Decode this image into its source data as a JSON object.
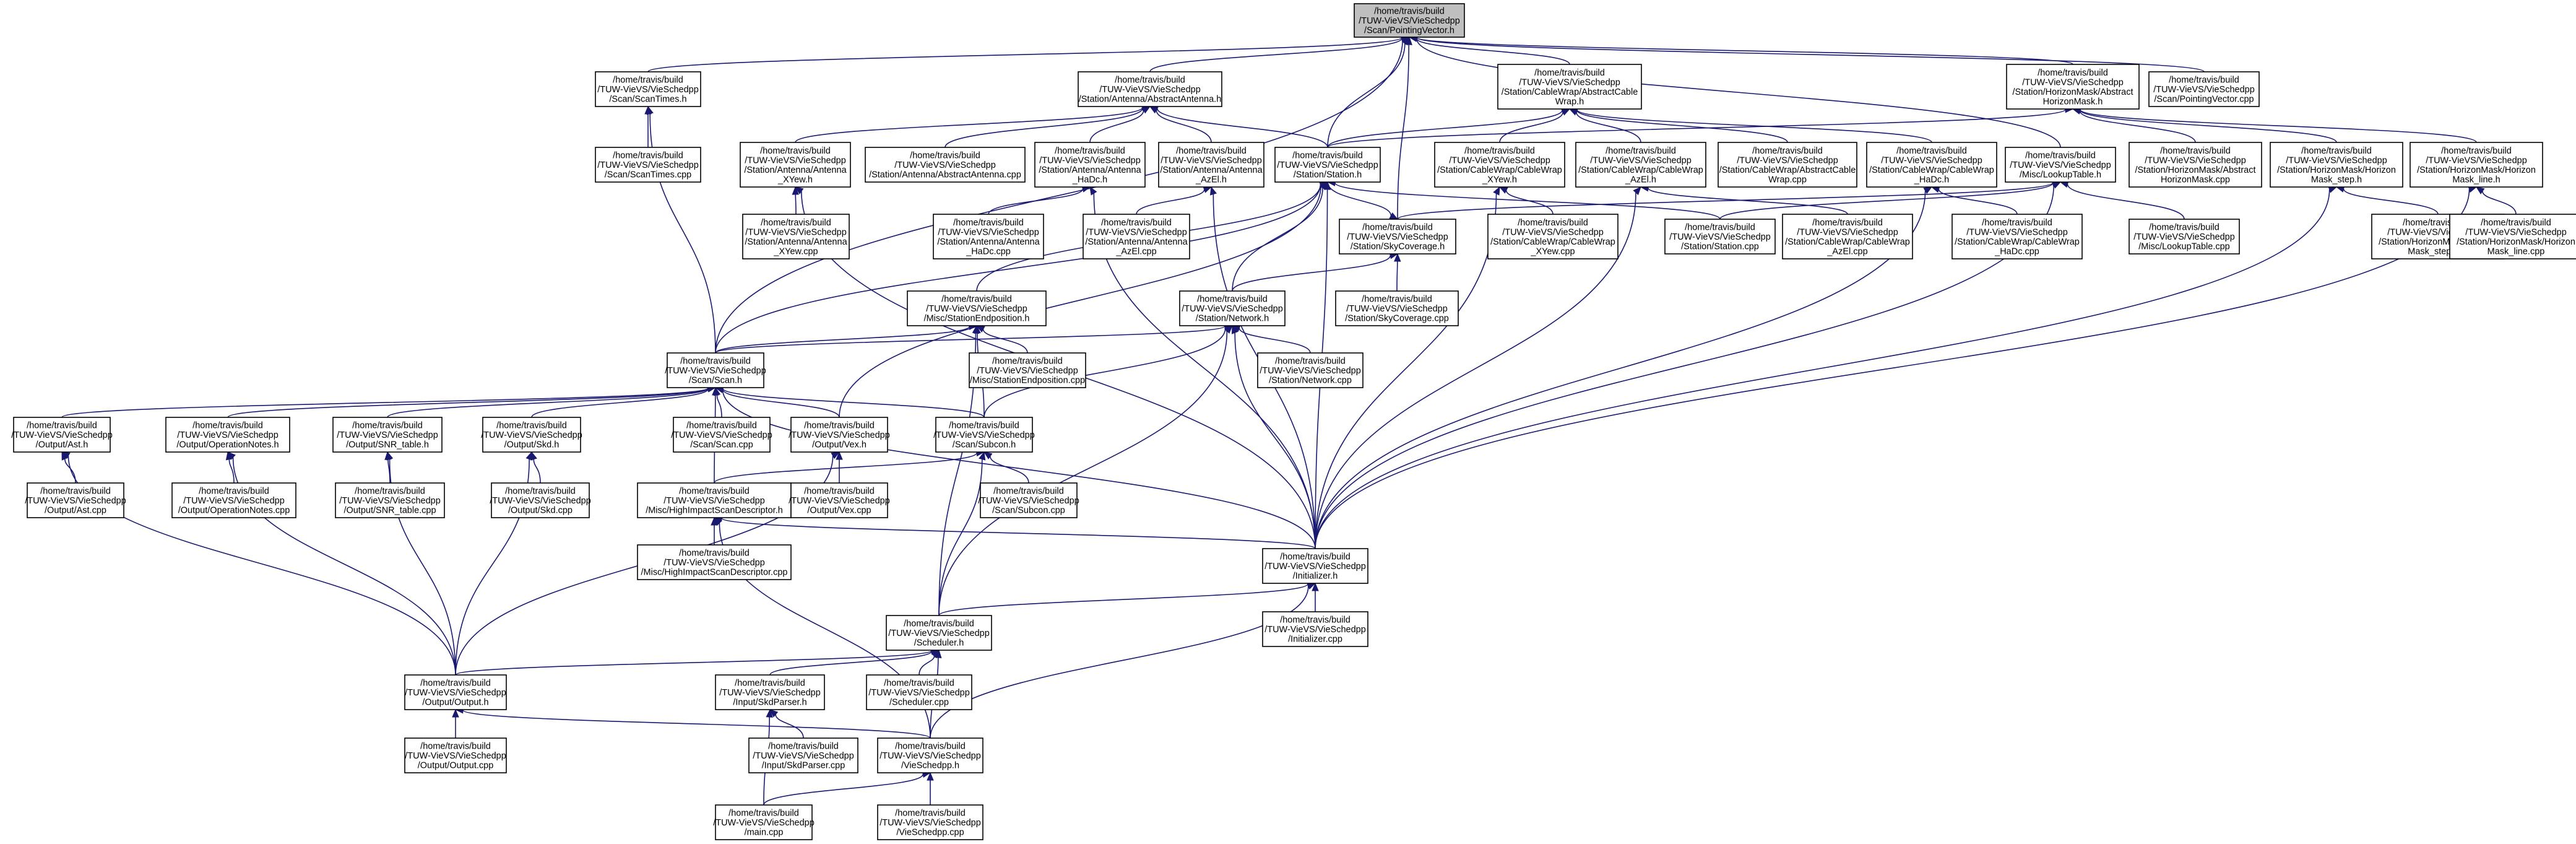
{
  "diagram": {
    "nodes": [
      {
        "id": "PointingVector_h",
        "lines": [
          "/home/travis/build",
          "/TUW-VieVS/VieSchedpp",
          "/Scan/PointingVector.h"
        ],
        "root": true
      },
      {
        "id": "ScanTimes_h",
        "lines": [
          "/home/travis/build",
          "/TUW-VieVS/VieSchedpp",
          "/Scan/ScanTimes.h"
        ]
      },
      {
        "id": "AbstractAntenna_h",
        "lines": [
          "/home/travis/build",
          "/TUW-VieVS/VieSchedpp",
          "/Station/Antenna/AbstractAntenna.h"
        ]
      },
      {
        "id": "AbstractCableWrap_h",
        "lines": [
          "/home/travis/build",
          "/TUW-VieVS/VieSchedpp",
          "/Station/CableWrap/AbstractCable",
          "Wrap.h"
        ]
      },
      {
        "id": "AbstractHorizonMask_h",
        "lines": [
          "/home/travis/build",
          "/TUW-VieVS/VieSchedpp",
          "/Station/HorizonMask/Abstract",
          "HorizonMask.h"
        ]
      },
      {
        "id": "PointingVector_cpp",
        "lines": [
          "/home/travis/build",
          "/TUW-VieVS/VieSchedpp",
          "/Scan/PointingVector.cpp"
        ]
      },
      {
        "id": "ScanTimes_cpp",
        "lines": [
          "/home/travis/build",
          "/TUW-VieVS/VieSchedpp",
          "/Scan/ScanTimes.cpp"
        ]
      },
      {
        "id": "Antenna_XYew_h",
        "lines": [
          "/home/travis/build",
          "/TUW-VieVS/VieSchedpp",
          "/Station/Antenna/Antenna",
          "_XYew.h"
        ]
      },
      {
        "id": "AbstractAntenna_cpp",
        "lines": [
          "/home/travis/build",
          "/TUW-VieVS/VieSchedpp",
          "/Station/Antenna/AbstractAntenna.cpp"
        ]
      },
      {
        "id": "Antenna_HaDc_h",
        "lines": [
          "/home/travis/build",
          "/TUW-VieVS/VieSchedpp",
          "/Station/Antenna/Antenna",
          "_HaDc.h"
        ]
      },
      {
        "id": "Antenna_AzEl_h",
        "lines": [
          "/home/travis/build",
          "/TUW-VieVS/VieSchedpp",
          "/Station/Antenna/Antenna",
          "_AzEl.h"
        ]
      },
      {
        "id": "Station_h",
        "lines": [
          "/home/travis/build",
          "/TUW-VieVS/VieSchedpp",
          "/Station/Station.h"
        ]
      },
      {
        "id": "CableWrap_XYew_h",
        "lines": [
          "/home/travis/build",
          "/TUW-VieVS/VieSchedpp",
          "/Station/CableWrap/CableWrap",
          "_XYew.h"
        ]
      },
      {
        "id": "CableWrap_AzEl_h",
        "lines": [
          "/home/travis/build",
          "/TUW-VieVS/VieSchedpp",
          "/Station/CableWrap/CableWrap",
          "_AzEl.h"
        ]
      },
      {
        "id": "AbstractCableWrap_cpp",
        "lines": [
          "/home/travis/build",
          "/TUW-VieVS/VieSchedpp",
          "/Station/CableWrap/AbstractCable",
          "Wrap.cpp"
        ]
      },
      {
        "id": "CableWrap_HaDc_h",
        "lines": [
          "/home/travis/build",
          "/TUW-VieVS/VieSchedpp",
          "/Station/CableWrap/CableWrap",
          "_HaDc.h"
        ]
      },
      {
        "id": "LookupTable_h",
        "lines": [
          "/home/travis/build",
          "/TUW-VieVS/VieSchedpp",
          "/Misc/LookupTable.h"
        ]
      },
      {
        "id": "AbstractHorizonMask_cpp",
        "lines": [
          "/home/travis/build",
          "/TUW-VieVS/VieSchedpp",
          "/Station/HorizonMask/Abstract",
          "HorizonMask.cpp"
        ]
      },
      {
        "id": "HorizonMask_step_h",
        "lines": [
          "/home/travis/build",
          "/TUW-VieVS/VieSchedpp",
          "/Station/HorizonMask/Horizon",
          "Mask_step.h"
        ]
      },
      {
        "id": "HorizonMask_line_h",
        "lines": [
          "/home/travis/build",
          "/TUW-VieVS/VieSchedpp",
          "/Station/HorizonMask/Horizon",
          "Mask_line.h"
        ]
      },
      {
        "id": "Antenna_XYew_cpp",
        "lines": [
          "/home/travis/build",
          "/TUW-VieVS/VieSchedpp",
          "/Station/Antenna/Antenna",
          "_XYew.cpp"
        ]
      },
      {
        "id": "Antenna_HaDc_cpp",
        "lines": [
          "/home/travis/build",
          "/TUW-VieVS/VieSchedpp",
          "/Station/Antenna/Antenna",
          "_HaDc.cpp"
        ]
      },
      {
        "id": "Antenna_AzEl_cpp",
        "lines": [
          "/home/travis/build",
          "/TUW-VieVS/VieSchedpp",
          "/Station/Antenna/Antenna",
          "_AzEl.cpp"
        ]
      },
      {
        "id": "SkyCoverage_h",
        "lines": [
          "/home/travis/build",
          "/TUW-VieVS/VieSchedpp",
          "/Station/SkyCoverage.h"
        ]
      },
      {
        "id": "CableWrap_XYew_cpp",
        "lines": [
          "/home/travis/build",
          "/TUW-VieVS/VieSchedpp",
          "/Station/CableWrap/CableWrap",
          "_XYew.cpp"
        ]
      },
      {
        "id": "Station_cpp",
        "lines": [
          "/home/travis/build",
          "/TUW-VieVS/VieSchedpp",
          "/Station/Station.cpp"
        ]
      },
      {
        "id": "CableWrap_AzEl_cpp",
        "lines": [
          "/home/travis/build",
          "/TUW-VieVS/VieSchedpp",
          "/Station/CableWrap/CableWrap",
          "_AzEl.cpp"
        ]
      },
      {
        "id": "CableWrap_HaDc_cpp",
        "lines": [
          "/home/travis/build",
          "/TUW-VieVS/VieSchedpp",
          "/Station/CableWrap/CableWrap",
          "_HaDc.cpp"
        ]
      },
      {
        "id": "LookupTable_cpp",
        "lines": [
          "/home/travis/build",
          "/TUW-VieVS/VieSchedpp",
          "/Misc/LookupTable.cpp"
        ]
      },
      {
        "id": "HorizonMask_step_cpp",
        "lines": [
          "/home/travis/build",
          "/TUW-VieVS/VieSchedpp",
          "/Station/HorizonMask/Horizon",
          "Mask_step.cpp"
        ]
      },
      {
        "id": "HorizonMask_line_cpp",
        "lines": [
          "/home/travis/build",
          "/TUW-VieVS/VieSchedpp",
          "/Station/HorizonMask/Horizon",
          "Mask_line.cpp"
        ]
      },
      {
        "id": "StationEndposition_h",
        "lines": [
          "/home/travis/build",
          "/TUW-VieVS/VieSchedpp",
          "/Misc/StationEndposition.h"
        ]
      },
      {
        "id": "Network_h",
        "lines": [
          "/home/travis/build",
          "/TUW-VieVS/VieSchedpp",
          "/Station/Network.h"
        ]
      },
      {
        "id": "SkyCoverage_cpp",
        "lines": [
          "/home/travis/build",
          "/TUW-VieVS/VieSchedpp",
          "/Station/SkyCoverage.cpp"
        ]
      },
      {
        "id": "StationEndposition_cpp",
        "lines": [
          "/home/travis/build",
          "/TUW-VieVS/VieSchedpp",
          "/Misc/StationEndposition.cpp"
        ]
      },
      {
        "id": "Network_cpp",
        "lines": [
          "/home/travis/build",
          "/TUW-VieVS/VieSchedpp",
          "/Station/Network.cpp"
        ]
      },
      {
        "id": "Scan_h",
        "lines": [
          "/home/travis/build",
          "/TUW-VieVS/VieSchedpp",
          "/Scan/Scan.h"
        ]
      },
      {
        "id": "Ast_h",
        "lines": [
          "/home/travis/build",
          "/TUW-VieVS/VieSchedpp",
          "/Output/Ast.h"
        ]
      },
      {
        "id": "OperationNotes_h",
        "lines": [
          "/home/travis/build",
          "/TUW-VieVS/VieSchedpp",
          "/Output/OperationNotes.h"
        ]
      },
      {
        "id": "SNR_table_h",
        "lines": [
          "/home/travis/build",
          "/TUW-VieVS/VieSchedpp",
          "/Output/SNR_table.h"
        ]
      },
      {
        "id": "Skd_h",
        "lines": [
          "/home/travis/build",
          "/TUW-VieVS/VieSchedpp",
          "/Output/Skd.h"
        ]
      },
      {
        "id": "Scan_cpp",
        "lines": [
          "/home/travis/build",
          "/TUW-VieVS/VieSchedpp",
          "/Scan/Scan.cpp"
        ]
      },
      {
        "id": "Vex_h",
        "lines": [
          "/home/travis/build",
          "/TUW-VieVS/VieSchedpp",
          "/Output/Vex.h"
        ]
      },
      {
        "id": "Subcon_h",
        "lines": [
          "/home/travis/build",
          "/TUW-VieVS/VieSchedpp",
          "/Scan/Subcon.h"
        ]
      },
      {
        "id": "Ast_cpp",
        "lines": [
          "/home/travis/build",
          "/TUW-VieVS/VieSchedpp",
          "/Output/Ast.cpp"
        ]
      },
      {
        "id": "OperationNotes_cpp",
        "lines": [
          "/home/travis/build",
          "/TUW-VieVS/VieSchedpp",
          "/Output/OperationNotes.cpp"
        ]
      },
      {
        "id": "SNR_table_cpp",
        "lines": [
          "/home/travis/build",
          "/TUW-VieVS/VieSchedpp",
          "/Output/SNR_table.cpp"
        ]
      },
      {
        "id": "Skd_cpp",
        "lines": [
          "/home/travis/build",
          "/TUW-VieVS/VieSchedpp",
          "/Output/Skd.cpp"
        ]
      },
      {
        "id": "HighImpactScanDescriptor_h",
        "lines": [
          "/home/travis/build",
          "/TUW-VieVS/VieSchedpp",
          "/Misc/HighImpactScanDescriptor.h"
        ]
      },
      {
        "id": "Vex_cpp",
        "lines": [
          "/home/travis/build",
          "/TUW-VieVS/VieSchedpp",
          "/Output/Vex.cpp"
        ]
      },
      {
        "id": "Subcon_cpp",
        "lines": [
          "/home/travis/build",
          "/TUW-VieVS/VieSchedpp",
          "/Scan/Subcon.cpp"
        ]
      },
      {
        "id": "HighImpactScanDescriptor_cpp",
        "lines": [
          "/home/travis/build",
          "/TUW-VieVS/VieSchedpp",
          "/Misc/HighImpactScanDescriptor.cpp"
        ]
      },
      {
        "id": "Initializer_h",
        "lines": [
          "/home/travis/build",
          "/TUW-VieVS/VieSchedpp",
          "/Initializer.h"
        ]
      },
      {
        "id": "Initializer_cpp",
        "lines": [
          "/home/travis/build",
          "/TUW-VieVS/VieSchedpp",
          "/Initializer.cpp"
        ]
      },
      {
        "id": "Scheduler_h",
        "lines": [
          "/home/travis/build",
          "/TUW-VieVS/VieSchedpp",
          "/Scheduler.h"
        ]
      },
      {
        "id": "Output_h",
        "lines": [
          "/home/travis/build",
          "/TUW-VieVS/VieSchedpp",
          "/Output/Output.h"
        ]
      },
      {
        "id": "SkdParser_h",
        "lines": [
          "/home/travis/build",
          "/TUW-VieVS/VieSchedpp",
          "/Input/SkdParser.h"
        ]
      },
      {
        "id": "Scheduler_cpp",
        "lines": [
          "/home/travis/build",
          "/TUW-VieVS/VieSchedpp",
          "/Scheduler.cpp"
        ]
      },
      {
        "id": "Output_cpp",
        "lines": [
          "/home/travis/build",
          "/TUW-VieVS/VieSchedpp",
          "/Output/Output.cpp"
        ]
      },
      {
        "id": "SkdParser_cpp",
        "lines": [
          "/home/travis/build",
          "/TUW-VieVS/VieSchedpp",
          "/Input/SkdParser.cpp"
        ]
      },
      {
        "id": "VieSchedpp_h",
        "lines": [
          "/home/travis/build",
          "/TUW-VieVS/VieSchedpp",
          "/VieSchedpp.h"
        ]
      },
      {
        "id": "main_cpp",
        "lines": [
          "/home/travis/build",
          "/TUW-VieVS/VieSchedpp",
          "/main.cpp"
        ]
      },
      {
        "id": "VieSchedpp_cpp",
        "lines": [
          "/home/travis/build",
          "/TUW-VieVS/VieSchedpp",
          "/VieSchedpp.cpp"
        ]
      }
    ],
    "edges": [
      [
        "ScanTimes_h",
        "PointingVector_h"
      ],
      [
        "AbstractAntenna_h",
        "PointingVector_h"
      ],
      [
        "AbstractCableWrap_h",
        "PointingVector_h"
      ],
      [
        "AbstractHorizonMask_h",
        "PointingVector_h"
      ],
      [
        "PointingVector_cpp",
        "PointingVector_h"
      ],
      [
        "Station_h",
        "PointingVector_h"
      ],
      [
        "SkyCoverage_h",
        "PointingVector_h"
      ],
      [
        "LookupTable_h",
        "PointingVector_h"
      ],
      [
        "Scan_h",
        "PointingVector_h"
      ],
      [
        "ScanTimes_cpp",
        "ScanTimes_h"
      ],
      [
        "Scan_h",
        "ScanTimes_h"
      ],
      [
        "Antenna_XYew_h",
        "AbstractAntenna_h"
      ],
      [
        "AbstractAntenna_cpp",
        "AbstractAntenna_h"
      ],
      [
        "Antenna_HaDc_h",
        "AbstractAntenna_h"
      ],
      [
        "Antenna_AzEl_h",
        "AbstractAntenna_h"
      ],
      [
        "Station_h",
        "AbstractAntenna_h"
      ],
      [
        "CableWrap_XYew_h",
        "AbstractCableWrap_h"
      ],
      [
        "CableWrap_AzEl_h",
        "AbstractCableWrap_h"
      ],
      [
        "AbstractCableWrap_cpp",
        "AbstractCableWrap_h"
      ],
      [
        "CableWrap_HaDc_h",
        "AbstractCableWrap_h"
      ],
      [
        "Station_h",
        "AbstractCableWrap_h"
      ],
      [
        "AbstractHorizonMask_cpp",
        "AbstractHorizonMask_h"
      ],
      [
        "HorizonMask_step_h",
        "AbstractHorizonMask_h"
      ],
      [
        "HorizonMask_line_h",
        "AbstractHorizonMask_h"
      ],
      [
        "Station_h",
        "AbstractHorizonMask_h"
      ],
      [
        "Antenna_XYew_cpp",
        "Antenna_XYew_h"
      ],
      [
        "Initializer_h",
        "Antenna_XYew_h"
      ],
      [
        "Antenna_HaDc_cpp",
        "Antenna_HaDc_h"
      ],
      [
        "Initializer_h",
        "Antenna_HaDc_h"
      ],
      [
        "Antenna_AzEl_cpp",
        "Antenna_AzEl_h"
      ],
      [
        "Initializer_h",
        "Antenna_AzEl_h"
      ],
      [
        "Station_cpp",
        "Station_h"
      ],
      [
        "StationEndposition_h",
        "Station_h"
      ],
      [
        "Network_h",
        "Station_h"
      ],
      [
        "Scan_h",
        "Station_h"
      ],
      [
        "Vex_h",
        "Station_h"
      ],
      [
        "Initializer_h",
        "Station_h"
      ],
      [
        "CableWrap_XYew_cpp",
        "CableWrap_XYew_h"
      ],
      [
        "Initializer_h",
        "CableWrap_XYew_h"
      ],
      [
        "CableWrap_AzEl_cpp",
        "CableWrap_AzEl_h"
      ],
      [
        "Initializer_h",
        "CableWrap_AzEl_h"
      ],
      [
        "CableWrap_HaDc_cpp",
        "CableWrap_HaDc_h"
      ],
      [
        "Initializer_h",
        "CableWrap_HaDc_h"
      ],
      [
        "LookupTable_cpp",
        "LookupTable_h"
      ],
      [
        "Station_cpp",
        "LookupTable_h"
      ],
      [
        "SkyCoverage_h",
        "LookupTable_h"
      ],
      [
        "Initializer_h",
        "LookupTable_h"
      ],
      [
        "HorizonMask_step_cpp",
        "HorizonMask_step_h"
      ],
      [
        "Initializer_h",
        "HorizonMask_step_h"
      ],
      [
        "HorizonMask_line_cpp",
        "HorizonMask_line_h"
      ],
      [
        "Initializer_h",
        "HorizonMask_line_h"
      ],
      [
        "SkyCoverage_cpp",
        "SkyCoverage_h"
      ],
      [
        "Network_h",
        "SkyCoverage_h"
      ],
      [
        "Station_h",
        "SkyCoverage_h"
      ],
      [
        "StationEndposition_cpp",
        "StationEndposition_h"
      ],
      [
        "Scan_h",
        "StationEndposition_h"
      ],
      [
        "Subcon_h",
        "StationEndposition_h"
      ],
      [
        "Scheduler_h",
        "StationEndposition_h"
      ],
      [
        "Network_cpp",
        "Network_h"
      ],
      [
        "Scan_h",
        "Network_h"
      ],
      [
        "Subcon_h",
        "Network_h"
      ],
      [
        "Initializer_h",
        "Network_h"
      ],
      [
        "Scheduler_h",
        "Network_h"
      ],
      [
        "Ast_h",
        "Scan_h"
      ],
      [
        "OperationNotes_h",
        "Scan_h"
      ],
      [
        "SNR_table_h",
        "Scan_h"
      ],
      [
        "Skd_h",
        "Scan_h"
      ],
      [
        "Scan_cpp",
        "Scan_h"
      ],
      [
        "Vex_h",
        "Scan_h"
      ],
      [
        "Subcon_h",
        "Scan_h"
      ],
      [
        "HighImpactScanDescriptor_h",
        "Scan_h"
      ],
      [
        "Initializer_h",
        "Scan_h"
      ],
      [
        "Ast_cpp",
        "Ast_h"
      ],
      [
        "Output_h",
        "Ast_h"
      ],
      [
        "OperationNotes_cpp",
        "OperationNotes_h"
      ],
      [
        "Output_h",
        "OperationNotes_h"
      ],
      [
        "SNR_table_cpp",
        "SNR_table_h"
      ],
      [
        "Output_h",
        "SNR_table_h"
      ],
      [
        "Skd_cpp",
        "Skd_h"
      ],
      [
        "Output_h",
        "Skd_h"
      ],
      [
        "Vex_cpp",
        "Vex_h"
      ],
      [
        "Output_h",
        "Vex_h"
      ],
      [
        "Subcon_cpp",
        "Subcon_h"
      ],
      [
        "HighImpactScanDescriptor_h",
        "Subcon_h"
      ],
      [
        "Scheduler_h",
        "Subcon_h"
      ],
      [
        "HighImpactScanDescriptor_cpp",
        "HighImpactScanDescriptor_h"
      ],
      [
        "Initializer_h",
        "HighImpactScanDescriptor_h"
      ],
      [
        "VieSchedpp_h",
        "HighImpactScanDescriptor_h"
      ],
      [
        "Initializer_cpp",
        "Initializer_h"
      ],
      [
        "Scheduler_h",
        "Initializer_h"
      ],
      [
        "VieSchedpp_h",
        "Initializer_h"
      ],
      [
        "Output_h",
        "Scheduler_h"
      ],
      [
        "SkdParser_h",
        "Scheduler_h"
      ],
      [
        "Scheduler_cpp",
        "Scheduler_h"
      ],
      [
        "VieSchedpp_h",
        "Scheduler_h"
      ],
      [
        "Output_cpp",
        "Output_h"
      ],
      [
        "VieSchedpp_h",
        "Output_h"
      ],
      [
        "SkdParser_cpp",
        "SkdParser_h"
      ],
      [
        "main_cpp",
        "SkdParser_h"
      ],
      [
        "main_cpp",
        "VieSchedpp_h"
      ],
      [
        "VieSchedpp_cpp",
        "VieSchedpp_h"
      ]
    ]
  }
}
